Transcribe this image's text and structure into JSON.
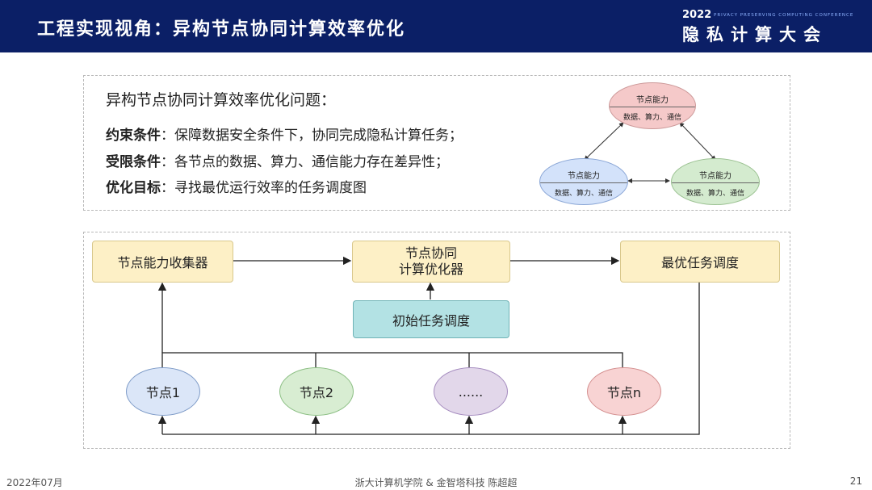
{
  "header": {
    "title": "工程实现视角：异构节点协同计算效率优化",
    "conference_year": "2022",
    "conference_subtitle": "PRIVACY PRESERVING COMPUTING CONFERENCE",
    "conference_name": "隐私计算大会"
  },
  "problem": {
    "title": "异构节点协同计算效率优化问题：",
    "constraint_label": "约束条件",
    "constraint_text": "：保障数据安全条件下，协同完成隐私计算任务；",
    "limit_label": "受限条件",
    "limit_text": "：各节点的数据、算力、通信能力存在差异性；",
    "goal_label": "优化目标",
    "goal_text": "：寻找最优运行效率的任务调度图"
  },
  "triangle": {
    "node_label": "节点能力",
    "node_detail": "数据、算力、通信"
  },
  "flow": {
    "collector": "节点能力收集器",
    "optimizer_line1": "节点协同",
    "optimizer_line2": "计算优化器",
    "best": "最优任务调度",
    "initial": "初始任务调度",
    "nodes": [
      "节点1",
      "节点2",
      "......",
      "节点n"
    ]
  },
  "footer": {
    "date": "2022年07月",
    "author": "浙大计算机学院 & 金智塔科技 陈超超",
    "page": "21"
  },
  "colors": {
    "header_bg": "#0b1f66",
    "box_yellow": "#fdf0c6",
    "box_teal": "#b3e2e4"
  }
}
